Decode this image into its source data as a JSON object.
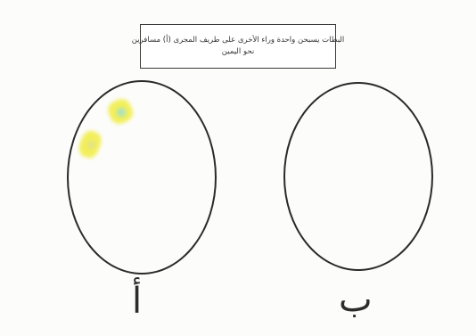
{
  "instruction": {
    "line1": "البطات يسبحن واحدة وراء الأخرى على طريف المجرى (أ) مسافرين",
    "line2": "نحو اليمين"
  },
  "circles": {
    "left_label": "أ",
    "right_label": "ب"
  },
  "colors": {
    "highlight": "#f2ef5a",
    "highlight_edge": "#9fe0d2",
    "ink": "#2a2a2a"
  }
}
